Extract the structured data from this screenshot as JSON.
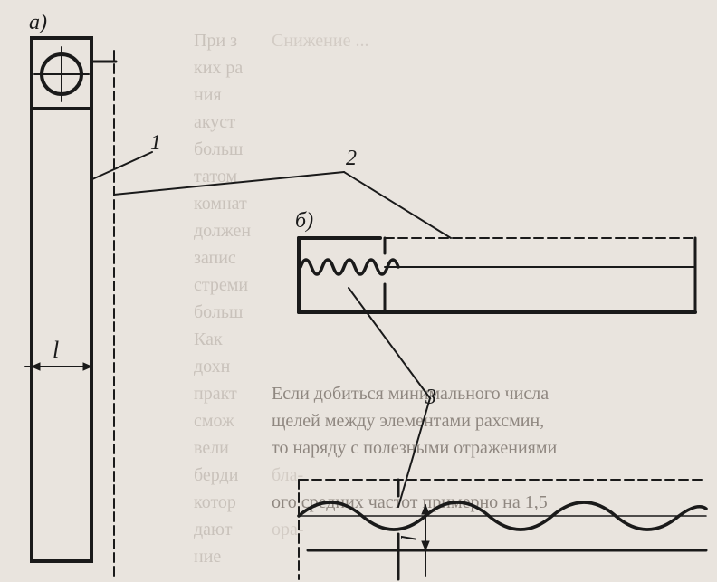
{
  "panel_labels": {
    "a": "а)",
    "b": "б)"
  },
  "callouts": {
    "one": "1",
    "two": "2",
    "three": "3"
  },
  "dimension": {
    "width_label": "l",
    "height_label": "l"
  },
  "background_text": {
    "left_column": [
      "При з",
      "ких ра",
      "ния",
      "акуст",
      "больш",
      "татом",
      "комнат",
      "должен",
      "запис",
      "стреми",
      "больш",
      "Как",
      "дохн",
      "практ",
      "смож",
      "вели",
      "берди",
      "котор",
      "дают",
      "ние"
    ],
    "right_column": [
      "Снижение ...",
      "Если добиться минимального числа",
      "щелей между элементами рахсмин,",
      "то наряду с полезными отражениями",
      "бла-",
      "ого средних частот примерно на 1,5",
      "ора-"
    ]
  },
  "colors": {
    "ink": "#1a1a1a",
    "paper": "#e9e4de",
    "ghost": "#c9c2bb"
  }
}
